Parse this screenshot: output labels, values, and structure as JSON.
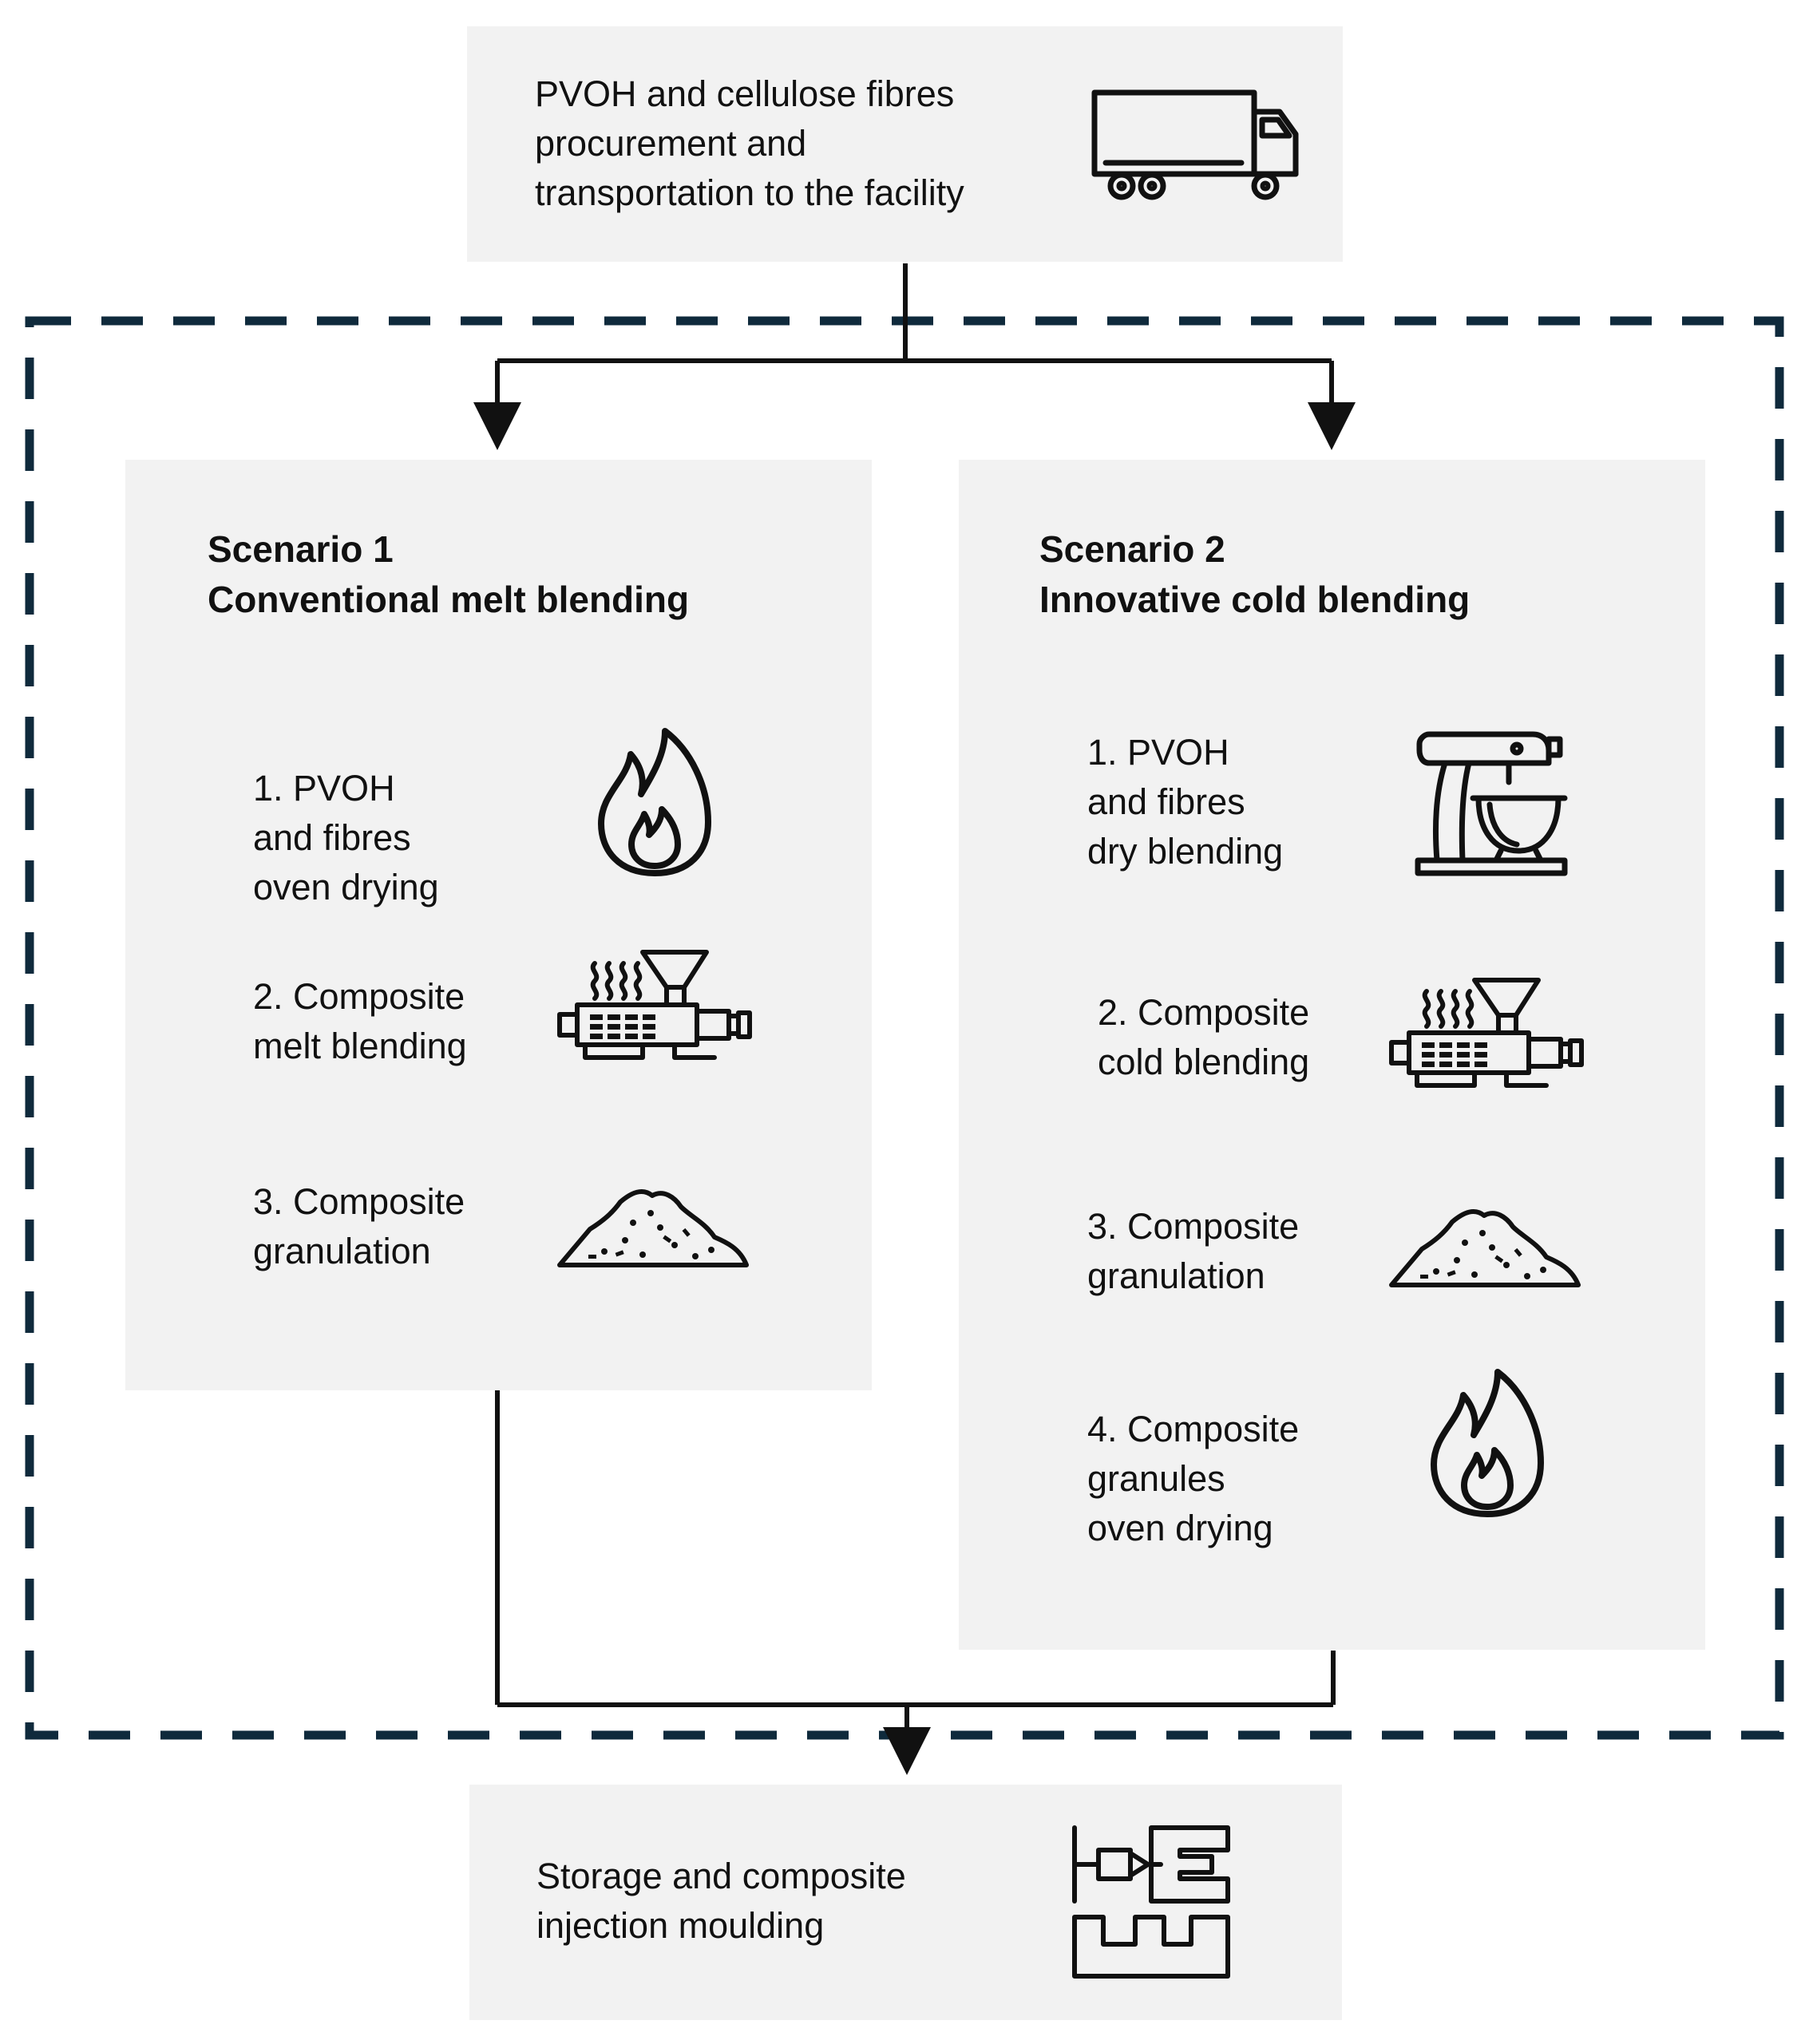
{
  "top": {
    "lines": [
      "PVOH and cellulose fibres",
      "procurement and",
      "transportation to the facility"
    ],
    "icon": "truck-icon"
  },
  "scenario1": {
    "title_lines": [
      "Scenario 1",
      "Conventional melt blending"
    ],
    "steps": [
      {
        "lines": [
          "1. PVOH",
          "and fibres",
          "oven drying"
        ],
        "icon": "flame-icon"
      },
      {
        "lines": [
          "2. Composite",
          "melt blending"
        ],
        "icon": "extruder-icon"
      },
      {
        "lines": [
          "3. Composite",
          "granulation"
        ],
        "icon": "granule-pile-icon"
      }
    ]
  },
  "scenario2": {
    "title_lines": [
      "Scenario 2",
      "Innovative cold blending"
    ],
    "steps": [
      {
        "lines": [
          "1. PVOH",
          "and fibres",
          "dry blending"
        ],
        "icon": "stand-mixer-icon"
      },
      {
        "lines": [
          "2. Composite",
          "cold blending"
        ],
        "icon": "extruder-icon"
      },
      {
        "lines": [
          "3. Composite",
          "granulation"
        ],
        "icon": "granule-pile-icon"
      },
      {
        "lines": [
          "4. Composite",
          "granules",
          "oven drying"
        ],
        "icon": "flame-icon"
      }
    ]
  },
  "bottom": {
    "lines": [
      "Storage and composite",
      "injection moulding"
    ],
    "icon": "injection-mould-icon"
  },
  "colors": {
    "box": "#f2f2f2",
    "dashed_border": "#0f2a3c",
    "stroke": "#111111"
  }
}
